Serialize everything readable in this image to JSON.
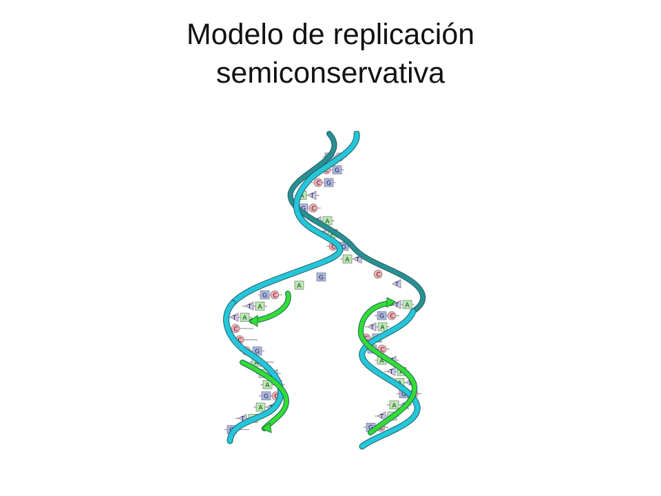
{
  "slide": {
    "title_line1": "Modelo de replicación",
    "title_line2": "semiconservativa"
  },
  "colors": {
    "parent_strand": "#26c6da",
    "parent_strand_dark": "#2a8f91",
    "new_strand": "#33dd33",
    "new_strand_dark": "#1c7a2e",
    "base_G": "#a9b6e6",
    "base_C": "#f4aab4",
    "base_A": "#b7ecb0",
    "base_T": "#c9c6f2"
  },
  "base_pairs": {
    "parent": [
      [
        "G",
        "C"
      ],
      [
        "C",
        "G"
      ],
      [
        "C",
        "G"
      ],
      [
        "A",
        "T"
      ],
      [
        "G",
        "C"
      ],
      [
        "T",
        "A"
      ],
      [
        "T",
        "A"
      ],
      [
        "C",
        "G"
      ],
      [
        "A",
        "T"
      ]
    ],
    "free_nucleotides": [
      "G",
      "A",
      "C",
      "T"
    ],
    "left_daughter": [
      [
        "G",
        "C"
      ],
      [
        "T",
        "A"
      ],
      [
        "T",
        "A"
      ],
      [
        "C",
        ""
      ],
      [
        "C",
        ""
      ],
      [
        "C",
        "G"
      ],
      [
        "A",
        ""
      ],
      [
        "A",
        "T"
      ],
      [
        "A",
        "T"
      ],
      [
        "G",
        "C"
      ],
      [
        "A",
        "T"
      ],
      [
        "T",
        "A"
      ],
      [
        "G",
        ""
      ]
    ],
    "right_daughter": [
      [
        "T",
        "A"
      ],
      [
        "G",
        "C"
      ],
      [
        "T",
        "A"
      ],
      [
        "C",
        "G"
      ],
      [
        "G",
        "C"
      ],
      [
        "A",
        "T"
      ],
      [
        "T",
        "A"
      ],
      [
        "A",
        "T"
      ],
      [
        "G",
        "C"
      ],
      [
        "A",
        "T"
      ],
      [
        "T",
        "A"
      ],
      [
        "G",
        "C"
      ]
    ]
  }
}
